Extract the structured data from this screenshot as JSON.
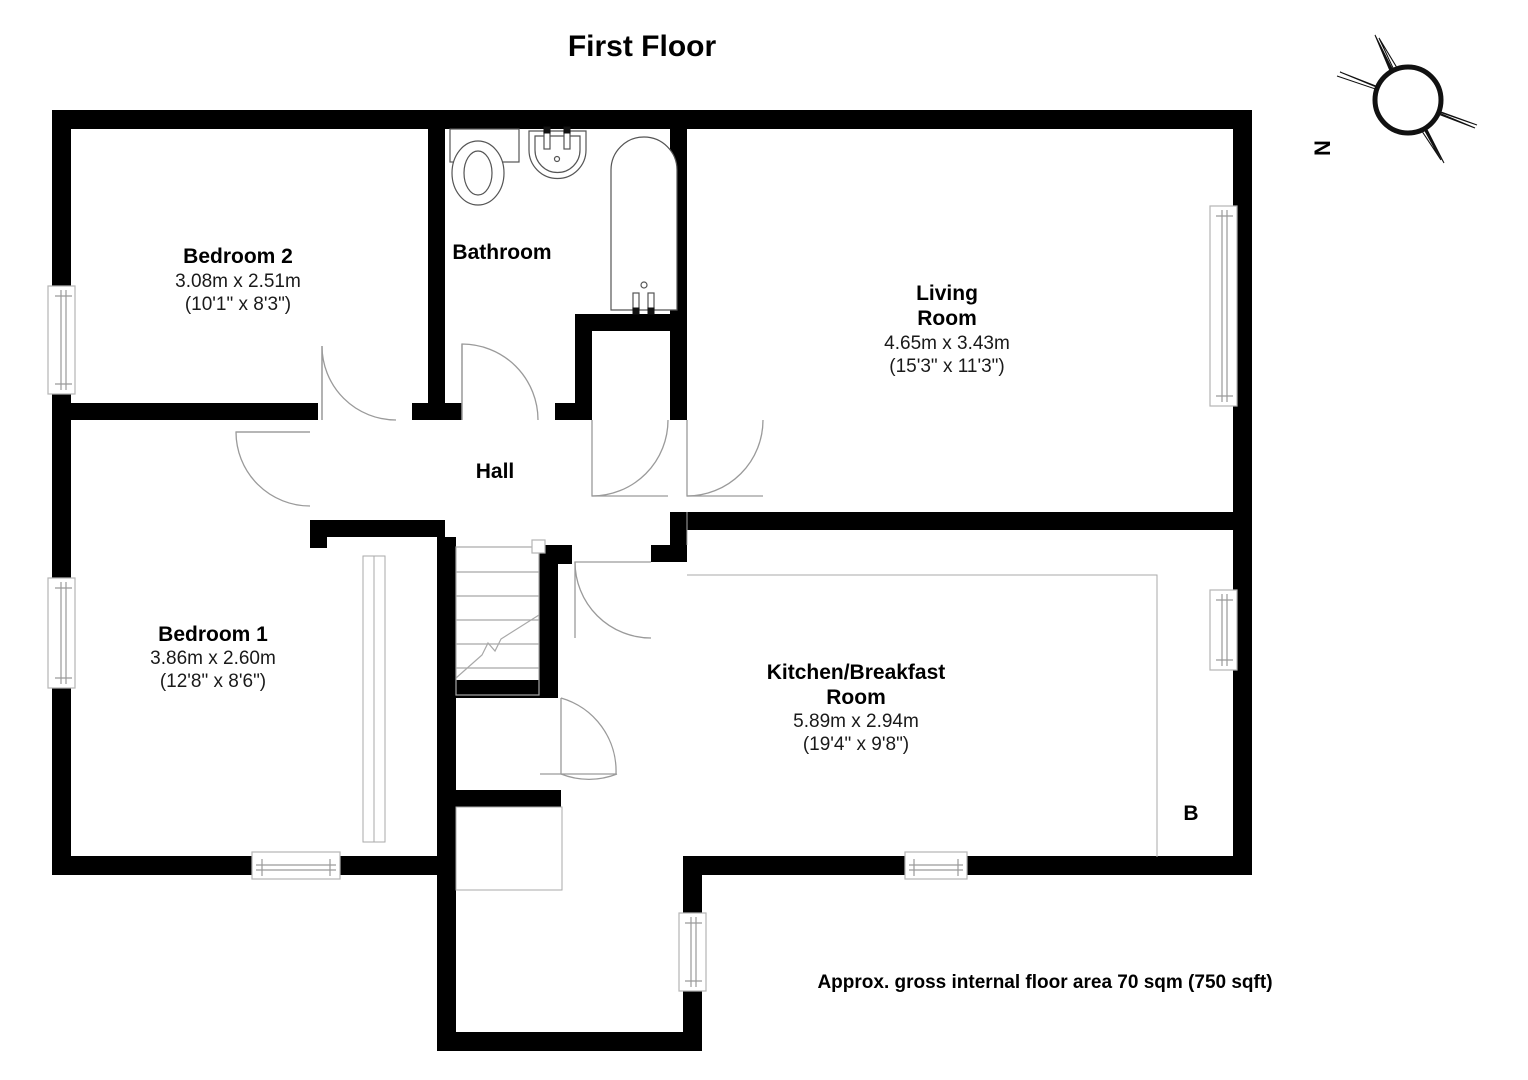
{
  "title": "First Floor",
  "footer": "Approx. gross internal floor area 70 sqm (750 sqft)",
  "compass": {
    "label": "N",
    "icon": "compass-rose-icon"
  },
  "markers": [
    {
      "label": "B",
      "name": "boiler-marker"
    }
  ],
  "rooms": [
    {
      "name": "Bedroom 2",
      "metric": "3.08m x 2.51m",
      "imperial": "(10'1\" x 8'3\")",
      "key": "bedroom-2"
    },
    {
      "name": "Bathroom",
      "metric": "",
      "imperial": "",
      "key": "bathroom"
    },
    {
      "name_line1": "Living",
      "name_line2": "Room",
      "name": "Living Room",
      "metric": "4.65m x 3.43m",
      "imperial": "(15'3\" x 11'3\")",
      "key": "living-room"
    },
    {
      "name": "Hall",
      "metric": "",
      "imperial": "",
      "key": "hall"
    },
    {
      "name": "Bedroom 1",
      "metric": "3.86m x 2.60m",
      "imperial": "(12'8\" x 8'6\")",
      "key": "bedroom-1"
    },
    {
      "name_line1": "Kitchen/Breakfast",
      "name_line2": "Room",
      "name": "Kitchen/Breakfast Room",
      "metric": "5.89m x 2.94m",
      "imperial": "(19'4\" x 9'8\")",
      "key": "kitchen-breakfast-room"
    }
  ],
  "fixtures": [
    {
      "key": "toilet",
      "label": "toilet-icon"
    },
    {
      "key": "sink",
      "label": "sink-icon"
    },
    {
      "key": "bathtub",
      "label": "bathtub-icon"
    },
    {
      "key": "staircase",
      "label": "staircase-icon"
    }
  ],
  "colors": {
    "wall": "#000000",
    "background": "#ffffff",
    "text": "#000000",
    "line_gray": "#9a9a9a"
  }
}
